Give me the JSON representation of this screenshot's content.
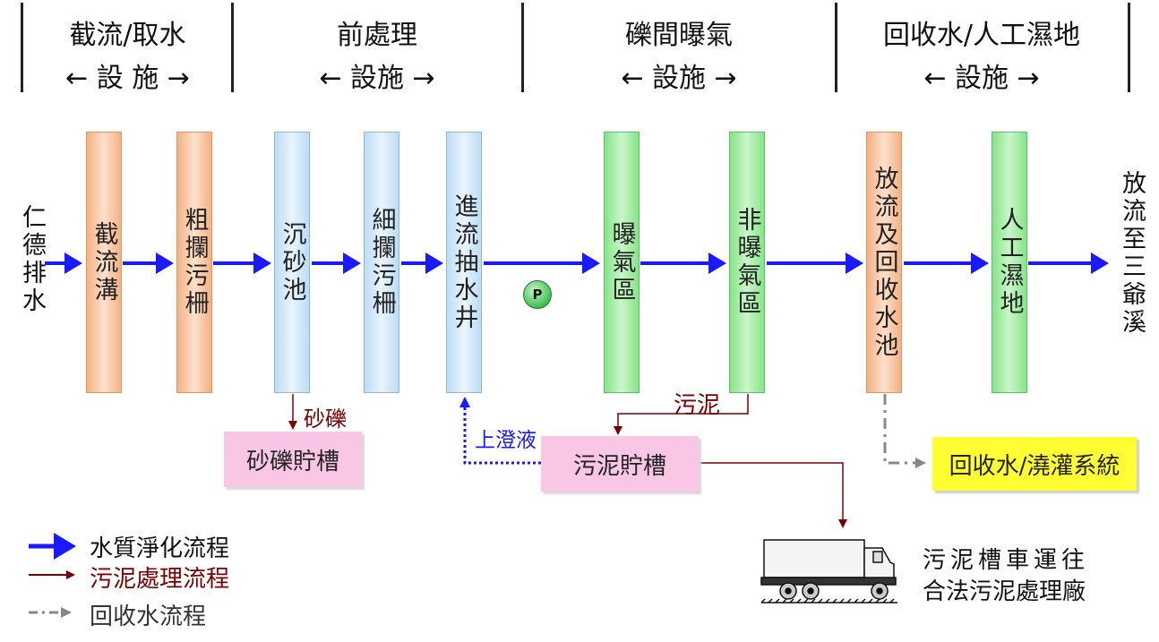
{
  "header": {
    "sections": [
      {
        "title": "截流/取水",
        "sub": "←  設  施  →"
      },
      {
        "title": "前處理",
        "sub": "←  設施  →"
      },
      {
        "title": "礫間曝氣",
        "sub": "←  設施  →"
      },
      {
        "title": "回收水/人工濕地",
        "sub": "←  設施  →"
      }
    ]
  },
  "inflow": "仁德排水",
  "outflow": "放流至三爺溪",
  "units": [
    {
      "label": "截流溝"
    },
    {
      "label": "粗攔污柵"
    },
    {
      "label": "沉砂池"
    },
    {
      "label": "細攔污柵"
    },
    {
      "label": "進流抽水井"
    },
    {
      "label": "曝氣區"
    },
    {
      "label": "非曝氣區"
    },
    {
      "label": "放流及回收水池"
    },
    {
      "label": "人工濕地"
    }
  ],
  "pump": "P",
  "tanks": {
    "grit": "砂礫貯槽",
    "sludge": "污泥貯槽",
    "reuse": "回收水/澆灌系統"
  },
  "flow_labels": {
    "grit": "砂礫",
    "sludge": "污泥",
    "supernatant": "上澄液"
  },
  "truck_text": [
    "污泥槽車運往",
    "合法污泥處理廠"
  ],
  "legend": [
    {
      "label": "水質淨化流程",
      "color": "#1a1aff"
    },
    {
      "label": "污泥處理流程",
      "color": "#7a0000"
    },
    {
      "label": "回收水流程",
      "color": "#888888"
    }
  ],
  "colors": {
    "water": "#1a1aff",
    "sludge": "#7a0000",
    "reuse": "#888888"
  }
}
